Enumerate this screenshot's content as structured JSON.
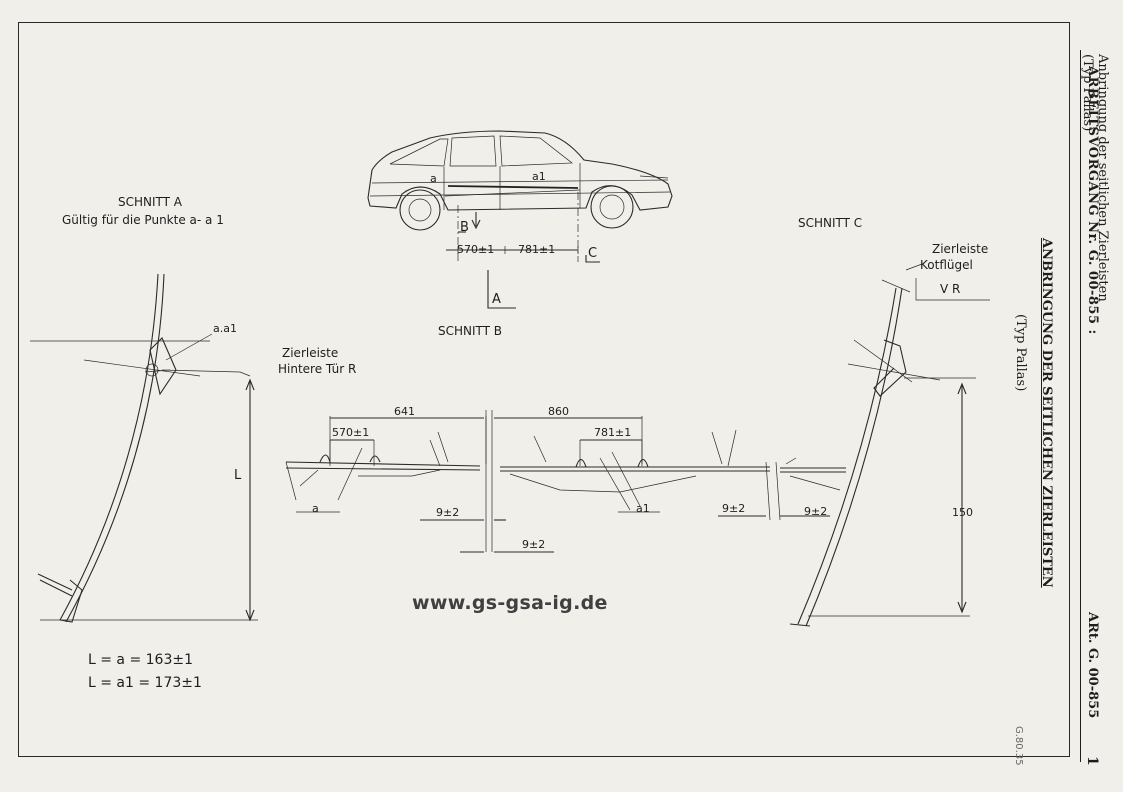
{
  "header": {
    "title_line1": "Anbringung der seitlichen Zierleisten",
    "title_line2": "(Typ Pallas)",
    "operation_label": "ARBEITSVORGANG Nr. G. 00-855 :",
    "section_ref": "ARt. G. 00-855",
    "page_number": "1"
  },
  "subtitle": {
    "main": "ANBRINGUNG DER SEITLICHEN ZIERLEISTEN",
    "type": "(Typ Pallas)"
  },
  "car_view": {
    "point_a": "a",
    "point_a1": "a1",
    "marker_b": "B",
    "marker_c": "C",
    "marker_a": "A",
    "dim_570": "570±1",
    "dim_781": "781±1"
  },
  "section_a": {
    "title": "SCHNITT A",
    "subtitle": "Gültig für die Punkte a- a 1",
    "point_label": "a.a1",
    "dim_l": "L",
    "formula_1": "L = a = 163±1",
    "formula_2": "L = a1 = 173±1"
  },
  "section_b": {
    "title": "SCHNITT B",
    "rear_strip_label_1": "Zierleiste",
    "rear_strip_label_2": "Hintere Tür R",
    "dim_641": "641",
    "dim_860": "860",
    "dim_570": "570±1",
    "dim_781": "781±1",
    "point_a": "a",
    "point_a1": "a1",
    "gap_left": "9±2",
    "gap_center": "9±2",
    "gap_right_1": "9±2",
    "gap_right_2": "9±2"
  },
  "section_c": {
    "title": "SCHNITT C",
    "strip_label_1": "Zierleiste",
    "strip_label_2": "Kotflügel",
    "side_label": "V R",
    "dim_150": "150"
  },
  "watermark": "www.gs-gsa-ig.de",
  "footer_code": "G.80.35"
}
